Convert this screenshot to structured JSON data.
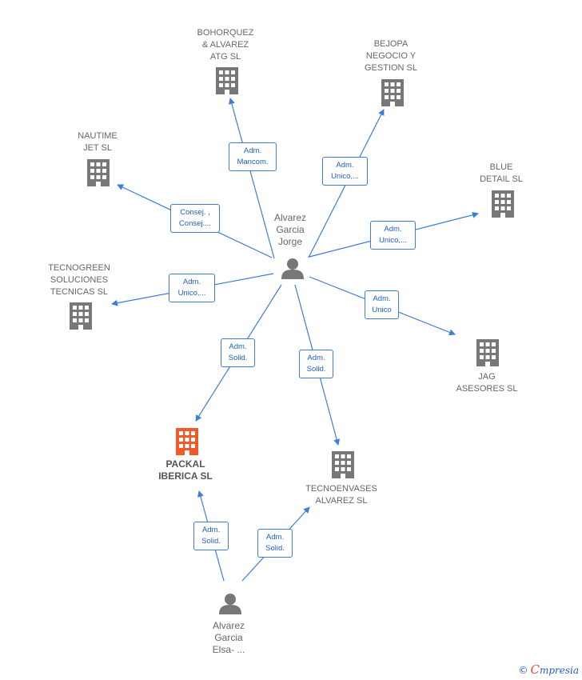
{
  "companies": {
    "bohorquez": "BOHORQUEZ\n& ALVAREZ\nATG  SL",
    "bejopa": "BEJOPA\nNEGOCIO Y\nGESTION  SL",
    "nautime": "NAUTIME\nJET SL",
    "blue_detail": "BLUE\nDETAIL  SL",
    "tecnogreen": "TECNOGREEN\nSOLUCIONES\nTECNICAS  SL",
    "jag": "JAG\nASESORES SL",
    "packal": "PACKAL\nIBERICA  SL",
    "tecnoenvases": "TECNOENVASES\nALVAREZ SL"
  },
  "people": {
    "jorge": "Alvarez\nGarcia\nJorge",
    "elsa": "Alvarez\nGarcia\nElsa- ..."
  },
  "edges": {
    "bohorquez": "Adm.\nMancom.",
    "bejopa": "Adm.\nUnico,...",
    "nautime": "Consej. ,\nConsej....",
    "blue_detail": "Adm.\nUnico,...",
    "tecnogreen": "Adm.\nUnico,...",
    "jag": "Adm.\nUnico",
    "packal_jorge": "Adm.\nSolid.",
    "tecnoenvases_jorge": "Adm.\nSolid.",
    "packal_elsa": "Adm.\nSolid.",
    "tecnoenvases_elsa": "Adm.\nSolid."
  },
  "colors": {
    "edge": "#3b7dd8",
    "building": "#777777",
    "building_highlight": "#f05a28",
    "person": "#777777"
  },
  "icons": {
    "company": "building-icon",
    "person": "person-icon"
  },
  "brand": {
    "copyright": "©",
    "initial": "C",
    "name": "mpresia"
  }
}
